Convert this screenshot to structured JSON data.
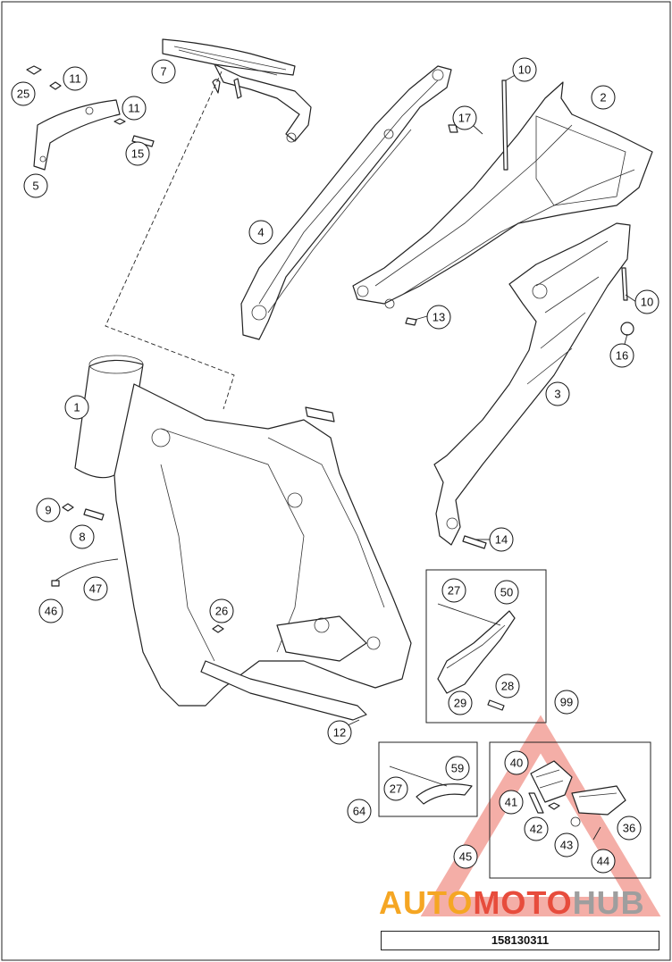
{
  "document": {
    "number": "158130311"
  },
  "watermark": {
    "part1": "AUTO",
    "part2": "MOTO",
    "part3": "HUB",
    "color_a": "#f5a623",
    "color_b": "#e74c3c",
    "color_c": "#9e9e9e"
  },
  "callouts": [
    {
      "id": "c25",
      "label": "25"
    },
    {
      "id": "c11a",
      "label": "11"
    },
    {
      "id": "c11b",
      "label": "11"
    },
    {
      "id": "c5",
      "label": "5"
    },
    {
      "id": "c15",
      "label": "15"
    },
    {
      "id": "c7",
      "label": "7"
    },
    {
      "id": "c10a",
      "label": "10"
    },
    {
      "id": "c2",
      "label": "2"
    },
    {
      "id": "c17",
      "label": "17"
    },
    {
      "id": "c4",
      "label": "4"
    },
    {
      "id": "c13",
      "label": "13"
    },
    {
      "id": "c10b",
      "label": "10"
    },
    {
      "id": "c16",
      "label": "16"
    },
    {
      "id": "c3",
      "label": "3"
    },
    {
      "id": "c1",
      "label": "1"
    },
    {
      "id": "c9",
      "label": "9"
    },
    {
      "id": "c8",
      "label": "8"
    },
    {
      "id": "c14",
      "label": "14"
    },
    {
      "id": "c47",
      "label": "47"
    },
    {
      "id": "c46",
      "label": "46"
    },
    {
      "id": "c27a",
      "label": "27"
    },
    {
      "id": "c50",
      "label": "50"
    },
    {
      "id": "c26",
      "label": "26"
    },
    {
      "id": "c28",
      "label": "28"
    },
    {
      "id": "c29",
      "label": "29"
    },
    {
      "id": "c99",
      "label": "99"
    },
    {
      "id": "c12",
      "label": "12"
    },
    {
      "id": "c40",
      "label": "40"
    },
    {
      "id": "c59",
      "label": "59"
    },
    {
      "id": "c27b",
      "label": "27"
    },
    {
      "id": "c41",
      "label": "41"
    },
    {
      "id": "c64",
      "label": "64"
    },
    {
      "id": "c42",
      "label": "42"
    },
    {
      "id": "c36",
      "label": "36"
    },
    {
      "id": "c43",
      "label": "43"
    },
    {
      "id": "c45",
      "label": "45"
    },
    {
      "id": "c44",
      "label": "44"
    }
  ]
}
